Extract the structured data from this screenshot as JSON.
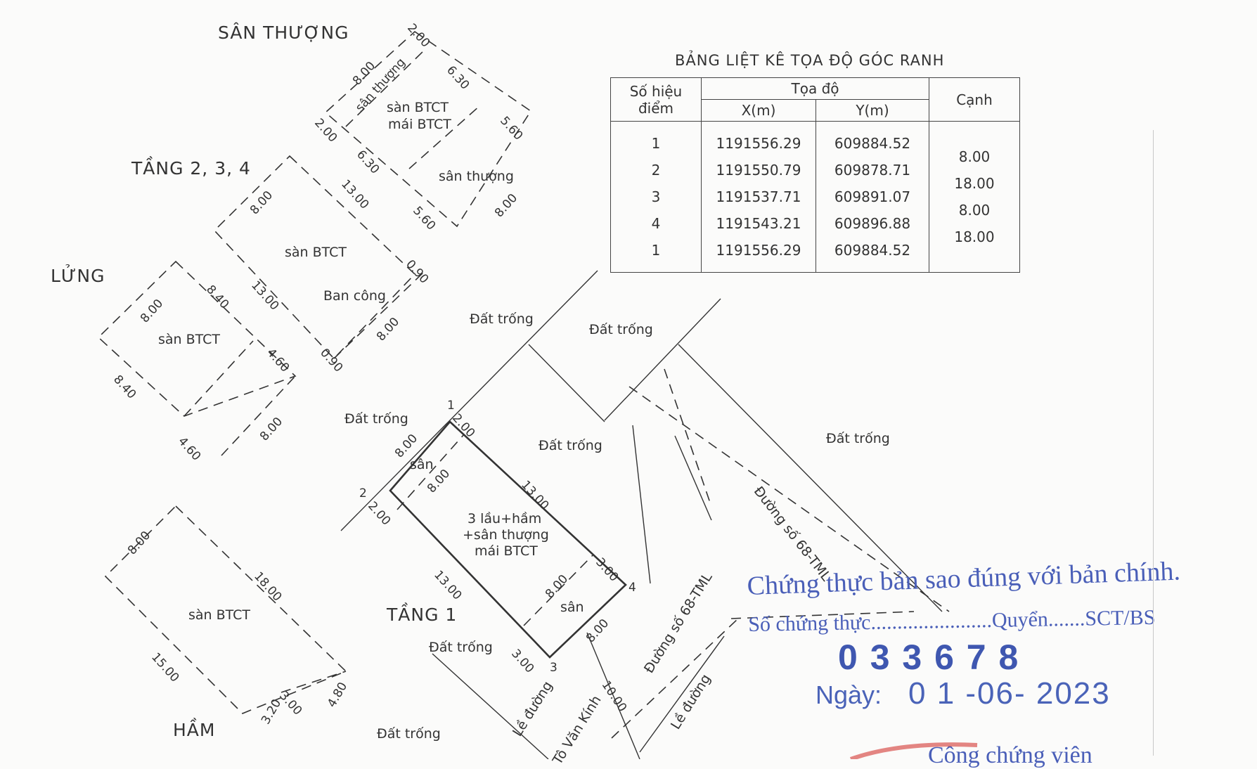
{
  "sections": {
    "san_thuong": "SÂN THƯỢNG",
    "tang_234": "TẦNG 2, 3, 4",
    "lung": "LỬNG",
    "ham": "HẦM",
    "tang_1": "TẦNG 1"
  },
  "labels": {
    "san_thuong_small": "sân thượng",
    "san_btct": "sàn BTCT",
    "mai_btct": "mái BTCT",
    "ban_cong": "Ban công",
    "dat_trong": "Đất trống",
    "san": "sân",
    "building_line1": "3 lầu+hầm",
    "building_line2": "+sân thượng",
    "building_line3": "mái BTCT",
    "duong_68": "Đường số 68-TML",
    "le_duong": "Lề đường",
    "to_van_kinh": "Tô Văn Kính"
  },
  "dimensions": {
    "d800": "8.00",
    "d200": "2.00",
    "d630": "6.30",
    "d560": "5.60",
    "d1300": "13.00",
    "d090": "0.90",
    "d840": "8.40",
    "d460": "4.60",
    "d1800": "18.00",
    "d1500": "15.00",
    "d320": "3.20",
    "d300": "3.00",
    "d480": "4.80",
    "d1000": "10.00"
  },
  "points": {
    "p1": "1",
    "p2": "2",
    "p3": "3",
    "p4": "4"
  },
  "coord_table": {
    "title": "BẢNG LIỆT KÊ TỌA ĐỘ GÓC RANH",
    "headers": {
      "point_line1": "Số hiệu",
      "point_line2": "điểm",
      "coord": "Tọa độ",
      "x": "X(m)",
      "y": "Y(m)",
      "edge": "Cạnh"
    },
    "rows": [
      {
        "pt": "1",
        "x": "1191556.29",
        "y": "609884.52"
      },
      {
        "pt": "2",
        "x": "1191550.79",
        "y": "609878.71"
      },
      {
        "pt": "3",
        "x": "1191537.71",
        "y": "609891.07"
      },
      {
        "pt": "4",
        "x": "1191543.21",
        "y": "609896.88"
      },
      {
        "pt": "1",
        "x": "1191556.29",
        "y": "609884.52"
      }
    ],
    "edges": [
      "8.00",
      "18.00",
      "8.00",
      "18.00"
    ]
  },
  "stamp": {
    "line1": "Chứng thực bản sao đúng với bản chính.",
    "line2": "Số chứng thực.......................Quyển.......SCT/BS",
    "number": "0 3 3 6 7 8",
    "date_label": "Ngày:",
    "date_value": "0 1 -06- 2023",
    "bottom_partial": "Công chứng viên"
  },
  "colors": {
    "ink": "#333333",
    "stamp_blue": "#4a5fb8",
    "stamp_red": "#d9534f",
    "paper": "#fbfbfa"
  }
}
